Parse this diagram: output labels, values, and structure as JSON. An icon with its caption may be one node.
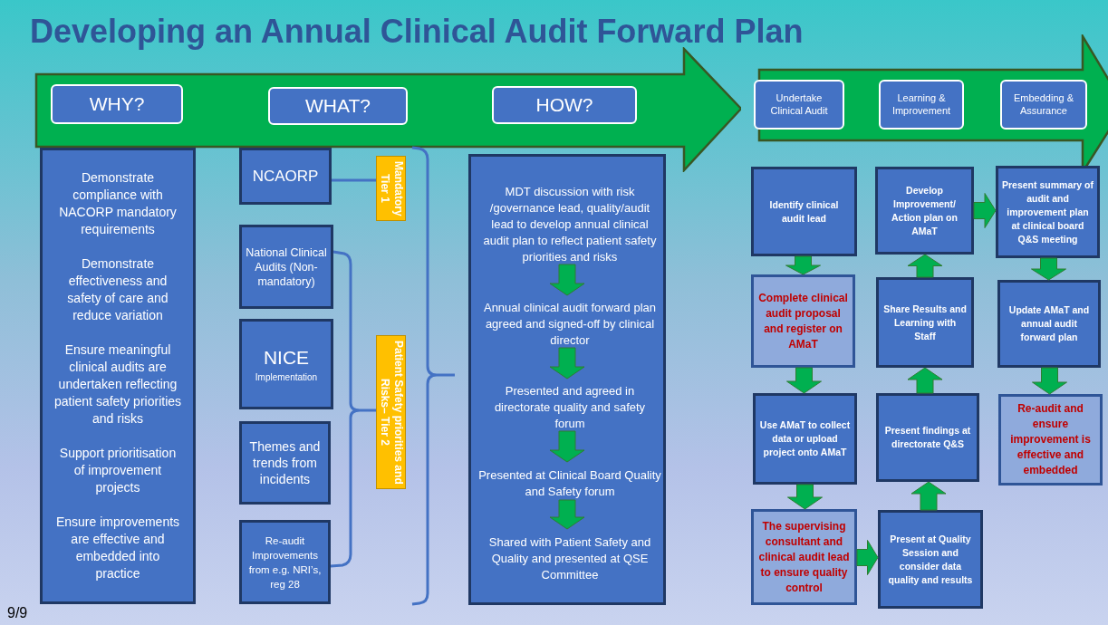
{
  "diagram": {
    "title": "Developing an Annual Clinical Audit Forward Plan",
    "nodes": [
      {
        "text": [],
        "shape": "arrow"
      },
      {
        "text": [
          "WHY?"
        ],
        "in": 0
      },
      {
        "text": [
          "WHAT?"
        ],
        "in": 0
      },
      {
        "text": [
          "HOW?"
        ],
        "in": 0
      },
      {
        "text": [],
        "shape": "arrow"
      },
      {
        "text": [
          "Undertake Clinical Audit"
        ],
        "in": 4
      },
      {
        "text": [
          "Learning & Improvement"
        ],
        "in": 4
      },
      {
        "text": [
          "Embedding & Assurance"
        ],
        "in": 4
      },
      {
        "text": [
          "Demonstrate compliance with NACORP mandatory requirements",
          "Demonstrate effectiveness and safety of care and reduce variation",
          "Ensure meaningful clinical audits are undertaken reflecting patient safety priorities and risks",
          "Support prioritisation of improvement projects",
          "Ensure improvements are effective and embedded into practice"
        ]
      },
      {
        "text": [
          "NCAORP"
        ]
      },
      {
        "text": [
          "National Clinical Audits (Non-mandatory)"
        ]
      },
      {
        "text": [
          "NICE",
          "Implementation"
        ]
      },
      {
        "text": [
          "Themes and trends from incidents"
        ]
      },
      {
        "text": [
          "Re-audit Improvements from e.g. NRI’s, reg 28"
        ]
      },
      {
        "text": [
          "Mandatory Tier 1"
        ]
      },
      {
        "text": [
          "Patient Safety priorities and Risks– Tier 2"
        ]
      },
      {
        "text": [],
        "shape": "box"
      },
      {
        "text": [
          "MDT discussion with risk /governance lead, quality/audit lead to develop annual clinical audit plan to reflect patient safety priorities and risks"
        ],
        "in": 16
      },
      {
        "text": [
          "Annual clinical audit forward plan agreed and signed-off by clinical director"
        ],
        "in": 16
      },
      {
        "text": [
          "Presented and agreed in directorate quality and safety forum"
        ],
        "in": 16
      },
      {
        "text": [
          "Presented at Clinical Board Quality and Safety forum"
        ],
        "in": 16
      },
      {
        "text": [
          "Shared with Patient Safety and Quality and presented at QSE Committee"
        ],
        "in": 16
      },
      {
        "text": [
          "Identify clinical audit lead"
        ]
      },
      {
        "text": [
          "Complete clinical audit proposal and register on AMaT"
        ]
      },
      {
        "text": [
          "Use AMaT to collect data or upload project onto AMaT"
        ]
      },
      {
        "text": [
          "The supervising consultant and clinical audit lead to ensure quality control"
        ]
      },
      {
        "text": [
          "Present at Quality Session and consider data quality and results"
        ]
      },
      {
        "text": [
          "Present findings at directorate Q&S"
        ]
      },
      {
        "text": [
          "Share Results and Learning with Staff"
        ]
      },
      {
        "text": [
          "Develop Improvement/ Action plan on AMaT"
        ]
      },
      {
        "text": [
          "Present summary of audit and improvement plan at clinical board Q&S meeting"
        ]
      },
      {
        "text": [
          "Update AMaT and annual audit forward plan"
        ]
      },
      {
        "text": [
          "Re-audit and ensure improvement is effective and embedded"
        ]
      }
    ],
    "edges": [
      {
        "from": 9,
        "to": 14,
        "arrow": "none",
        "color": "#4472c4"
      },
      {
        "from": 17,
        "to": 18,
        "arrow": "to"
      },
      {
        "from": 18,
        "to": 19,
        "arrow": "to"
      },
      {
        "from": 19,
        "to": 20,
        "arrow": "to"
      },
      {
        "from": 20,
        "to": 21,
        "arrow": "to"
      },
      {
        "from": 22,
        "to": 23,
        "arrow": "to"
      },
      {
        "from": 23,
        "to": 24,
        "arrow": "to"
      },
      {
        "from": 24,
        "to": 25,
        "arrow": "to"
      },
      {
        "from": 25,
        "to": 26,
        "arrow": "to"
      },
      {
        "from": 26,
        "to": 27,
        "arrow": "to"
      },
      {
        "from": 27,
        "to": 28,
        "arrow": "to"
      },
      {
        "from": 28,
        "to": 29,
        "arrow": "to"
      },
      {
        "from": 29,
        "to": 30,
        "arrow": "to"
      },
      {
        "from": 30,
        "to": 31,
        "arrow": "to"
      },
      {
        "from": 31,
        "to": 32,
        "arrow": "to"
      }
    ],
    "labels": [
      "9/9"
    ]
  }
}
